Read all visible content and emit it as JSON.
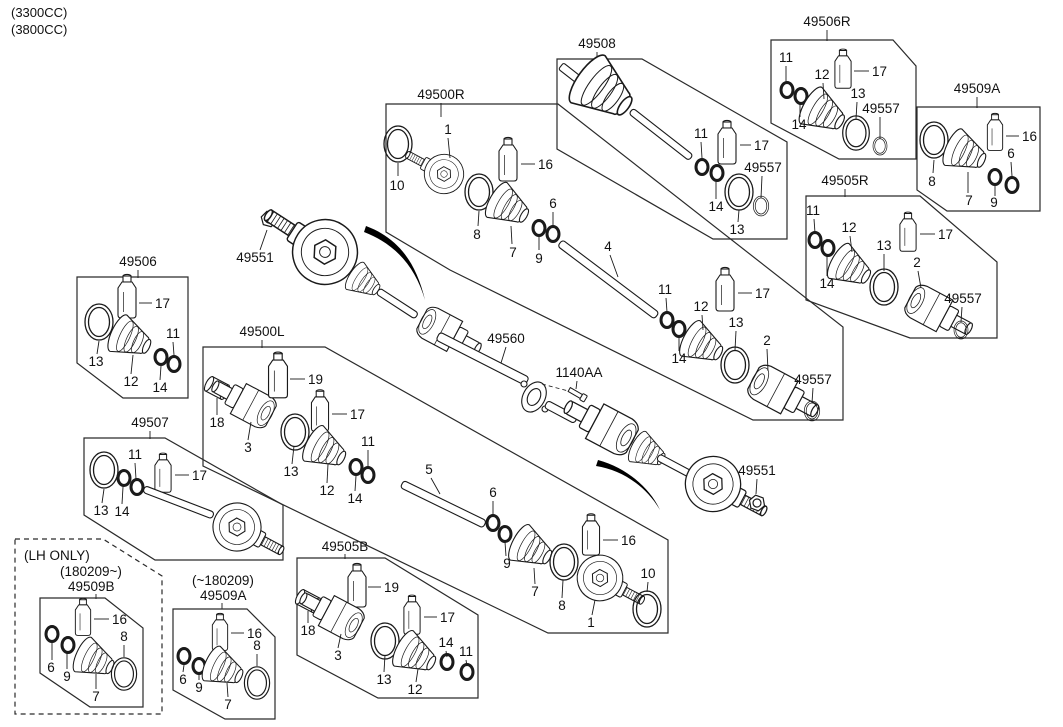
{
  "diagram": {
    "kind": "exploded-parts-diagram",
    "subject": "front drive shaft and CV joint assemblies",
    "colors": {
      "line": "#1a1a1a",
      "background": "#ffffff",
      "shadow_swoosh": "#000000"
    }
  },
  "labels": {
    "engine1": "(3300CC)",
    "engine2": "(3800CC)",
    "kitR": "49500R",
    "kitR_1": "1",
    "kitR_10": "10",
    "kitR_16": "16",
    "kitR_8": "8",
    "kitR_7": "7",
    "kitR_9": "9",
    "kitR_6": "6",
    "shaftR": "49508",
    "shaftR_11": "11",
    "shaftR_17": "17",
    "shaftR_14": "14",
    "shaftR_13": "13",
    "shaftR_49557": "49557",
    "bootKitR": "49506R",
    "bootKitR_11": "11",
    "bootKitR_12": "12",
    "bootKitR_17": "17",
    "bootKitR_13": "13",
    "bootKitR_14": "14",
    "bootKitR_49557": "49557",
    "bootKitRA": "49509A",
    "bootKitRA_8": "8",
    "bootKitRA_7": "7",
    "bootKitRA_16": "16",
    "bootKitRA_9": "9",
    "bootKitRA_6": "6",
    "innerKitR": "49505R",
    "innerKitR_11": "11",
    "innerKitR_12": "12",
    "innerKitR_14": "14",
    "innerKitR_13": "13",
    "innerKitR_17": "17",
    "innerKitR_2": "2",
    "innerKitR_49557": "49557",
    "bootKitL": "49506",
    "bootKitL_17": "17",
    "bootKitL_13": "13",
    "bootKitL_12": "12",
    "bootKitL_14": "14",
    "bootKitL_11": "11",
    "kitL": "49500L",
    "kitL_19": "19",
    "kitL_18": "18",
    "kitL_3": "3",
    "kitL_17": "17",
    "kitL_13": "13",
    "kitL_12": "12",
    "kitL_14": "14",
    "kitL_11": "11",
    "shaftL": "49507",
    "shaftL_13": "13",
    "shaftL_14": "14",
    "shaftL_11": "11",
    "shaftL_17": "17",
    "lhOnly": "(LH ONLY)",
    "lhDate": "(180209~)",
    "lhPart": "49509B",
    "lh_16": "16",
    "lh_8": "8",
    "lh_6": "6",
    "lh_9": "9",
    "lh_7": "7",
    "aDate": "(~180209)",
    "aPart": "49509A",
    "a_16": "16",
    "a_8": "8",
    "a_6": "6",
    "a_9": "9",
    "a_7": "7",
    "innerKitL": "49505B",
    "innerKitL_19": "19",
    "innerKitL_18": "18",
    "innerKitL_3": "3",
    "innerKitL_17": "17",
    "innerKitL_13": "13",
    "innerKitL_12": "12",
    "innerKitL_14": "14",
    "innerKitL_11": "11",
    "midR_4": "4",
    "midR_11": "11",
    "midR_12": "12",
    "midR_14": "14",
    "midR_17": "17",
    "midR_13": "13",
    "midR_2": "2",
    "midR_49557": "49557",
    "midL_5": "5",
    "midL_6": "6",
    "midL_9": "9",
    "midL_7": "7",
    "midL_8": "8",
    "midL_16": "16",
    "midL_1": "1",
    "midL_10": "10",
    "interShaft": "49560",
    "bolt": "1140AA",
    "nutTop": "49551",
    "nutBottom": "49551"
  }
}
